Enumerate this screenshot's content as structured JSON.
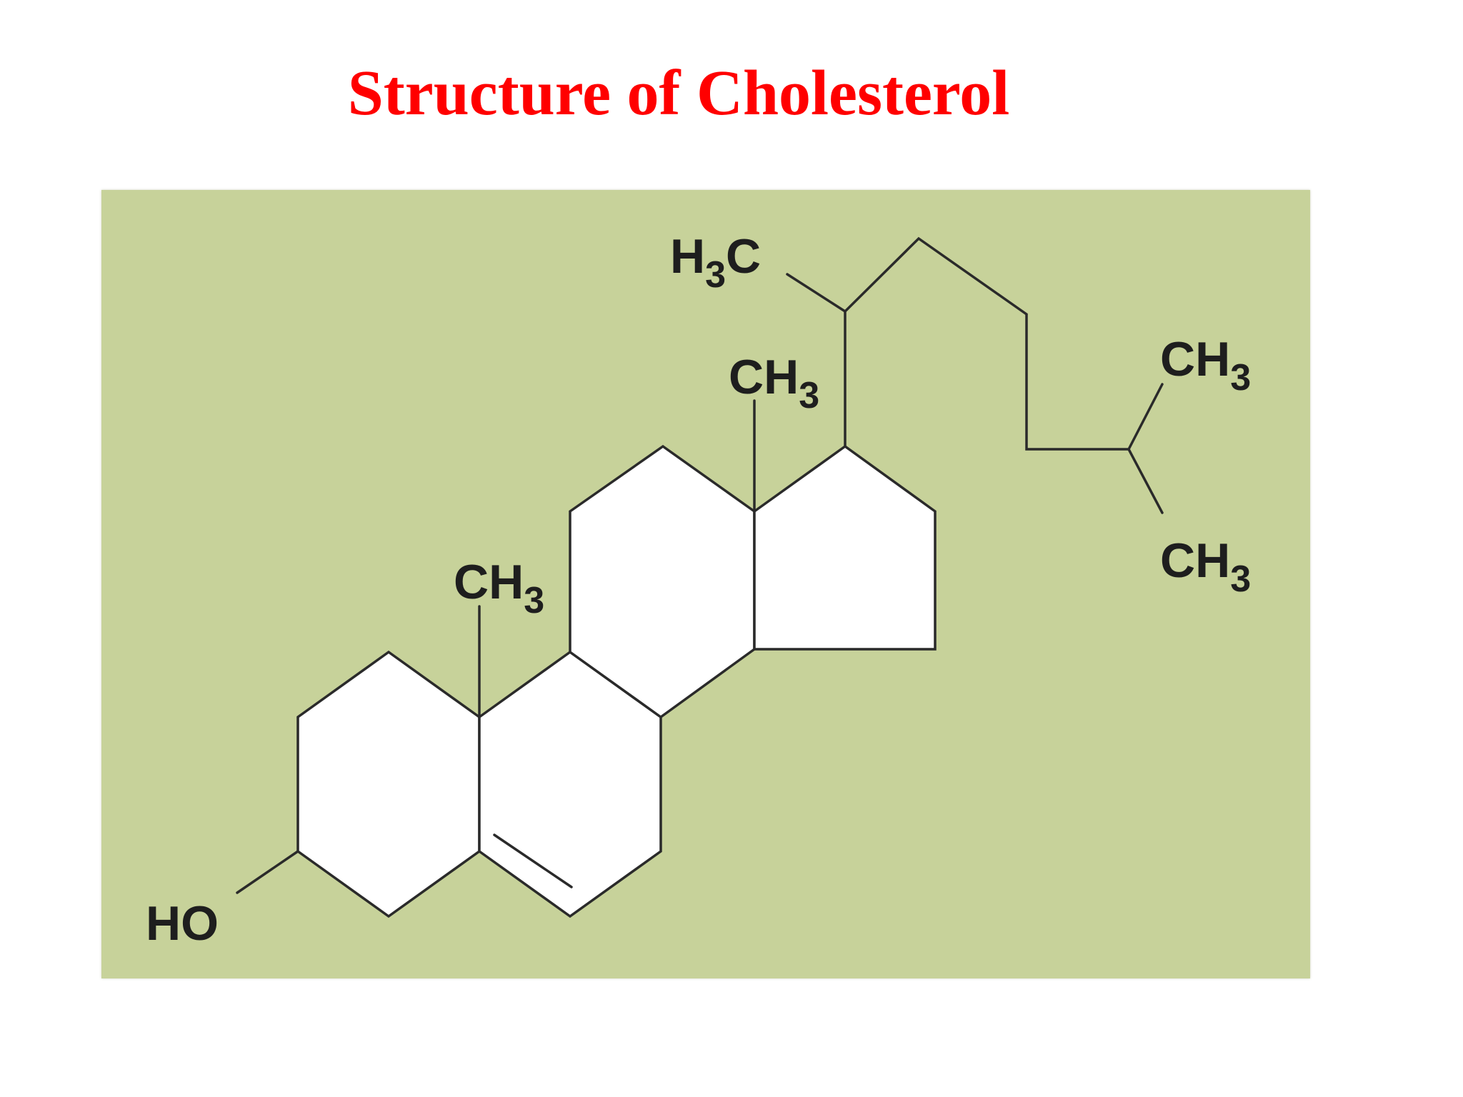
{
  "title": {
    "text": "Structure of Cholesterol",
    "color": "#ff0000"
  },
  "figure": {
    "background_color": "#c7d29a",
    "ring_fill_color": "#ffffff",
    "bond_color": "#2a2a2a",
    "labels": {
      "hydroxyl": "HO",
      "methyl_c10": {
        "main": "CH",
        "sub": "3"
      },
      "methyl_c13": {
        "main": "CH",
        "sub": "3"
      },
      "methyl_c21": {
        "main": "H",
        "sub": "3",
        "tail": "C"
      },
      "methyl_c26": {
        "main": "CH",
        "sub": "3"
      },
      "methyl_c27": {
        "main": "CH",
        "sub": "3"
      }
    }
  }
}
